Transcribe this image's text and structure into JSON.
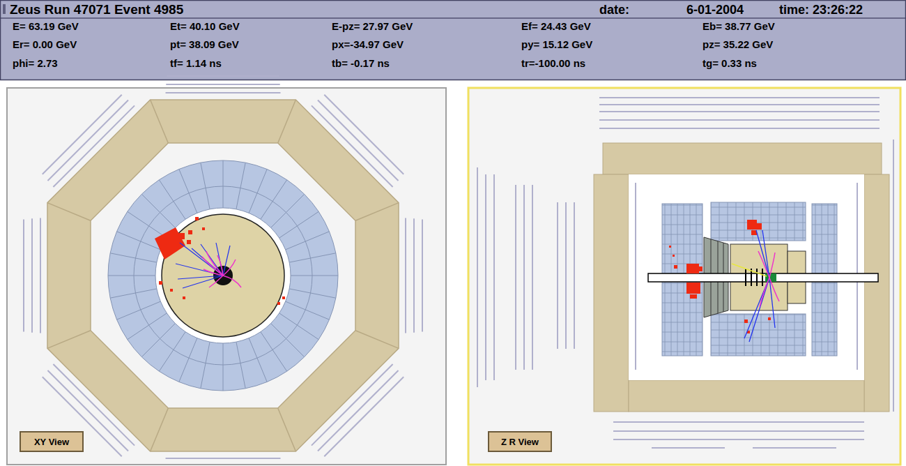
{
  "diagram": {
    "title": "Zeus Run 47071 Event 4985",
    "nodes": [
      {
        "text": [
          "XY View"
        ]
      },
      {
        "text": [
          "Z R View"
        ]
      }
    ],
    "labels": [
      "date:",
      "6-01-2004",
      "time: 23:26:22",
      "E= 63.19 GeV",
      "Et= 40.10 GeV",
      "E-pz= 27.97 GeV",
      "Ef= 24.43 GeV",
      "Eb= 38.77 GeV",
      "Er= 0.00 GeV",
      "pt= 38.09 GeV",
      "px=-34.97 GeV",
      "py= 15.12 GeV",
      "pz= 35.22 GeV",
      "phi= 2.73",
      "tf= 1.14 ns",
      "tb= -0.17 ns",
      "tr=-100.00 ns",
      "tg= 0.33 ns"
    ]
  }
}
